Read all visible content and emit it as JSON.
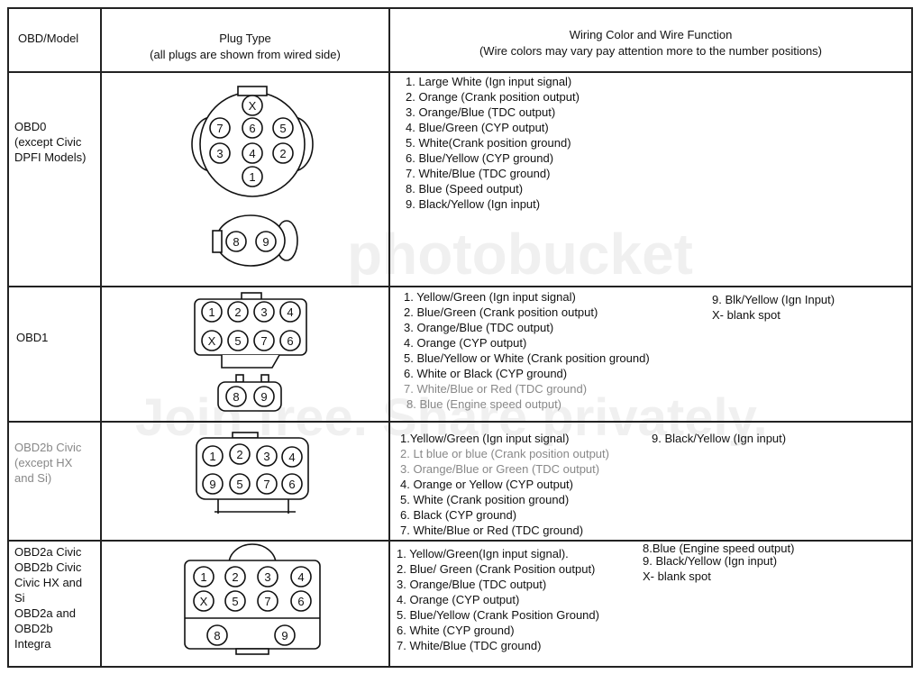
{
  "header": {
    "col1": "OBD/Model",
    "col2_title": "Plug Type",
    "col2_sub": "(all plugs are shown from wired side)",
    "col3_title": "Wiring Color and Wire Function",
    "col3_sub": "(Wire colors may vary pay attention more to the number positions)"
  },
  "watermark": {
    "logo": "photobucket",
    "tagline": "Join free. Share privately."
  },
  "rows": [
    {
      "model": [
        "OBD0",
        "(except Civic",
        "DPFI Models)"
      ],
      "wires": [
        "1. Large White (Ign input signal)",
        "2. Orange (Crank position output)",
        "3. Orange/Blue (TDC output)",
        "4. Blue/Green (CYP output)",
        "5. White(Crank position ground)",
        "6. Blue/Yellow (CYP ground)",
        "7. White/Blue (TDC ground)",
        "8. Blue (Speed output)",
        "9. Black/Yellow (Ign input)"
      ],
      "extra": []
    },
    {
      "model": [
        "OBD1"
      ],
      "wires": [
        "1. Yellow/Green (Ign input signal)",
        "2. Blue/Green (Crank position output)",
        "3. Orange/Blue (TDC output)",
        "4. Orange (CYP output)",
        "5. Blue/Yellow or White (Crank position ground)",
        "6.  White or Black (CYP ground)",
        "7. White/Blue or Red (TDC ground)",
        "8. Blue (Engine speed output)"
      ],
      "extra": [
        "9. Blk/Yellow (Ign Input)",
        "X- blank spot"
      ]
    },
    {
      "model": [
        "OBD2b Civic",
        "(except HX",
        "and Si)"
      ],
      "wires": [
        "1.Yellow/Green (Ign input signal)",
        "2. Lt blue or blue (Crank position output)",
        "3. Orange/Blue or Green (TDC output)",
        "4. Orange or Yellow (CYP output)",
        "5. White (Crank position ground)",
        "6. Black (CYP ground)",
        "7. White/Blue or Red (TDC ground)"
      ],
      "extra": [
        "9. Black/Yellow  (Ign input)"
      ]
    },
    {
      "model": [
        "OBD2a Civic",
        "OBD2b Civic",
        "Civic HX and",
        "Si",
        "OBD2a and",
        "OBD2b",
        "Integra"
      ],
      "wires": [
        "1. Yellow/Green(Ign input signal).",
        "2. Blue/ Green (Crank Position output)",
        "3. Orange/Blue (TDC output)",
        "4. Orange (CYP output)",
        "5. Blue/Yellow (Crank Position Ground)",
        "6. White (CYP ground)",
        "7. White/Blue (TDC ground)"
      ],
      "extra": [
        "8.Blue (Engine speed output)",
        "9. Black/Yellow (Ign input)",
        "X- blank spot"
      ]
    }
  ],
  "pins": {
    "obd0_main": [
      "X",
      "7",
      "6",
      "5",
      "3",
      "4",
      "2",
      "1"
    ],
    "obd0_aux": [
      "8",
      "9"
    ],
    "obd1_main": [
      "1",
      "2",
      "3",
      "4",
      "X",
      "5",
      "7",
      "6"
    ],
    "obd1_aux": [
      "8",
      "9"
    ],
    "obd2b_main": [
      "1",
      "2",
      "3",
      "4",
      "9",
      "5",
      "7",
      "6"
    ],
    "obd2a_main": [
      "1",
      "2",
      "3",
      "4",
      "X",
      "5",
      "7",
      "6",
      "8",
      "9"
    ]
  }
}
